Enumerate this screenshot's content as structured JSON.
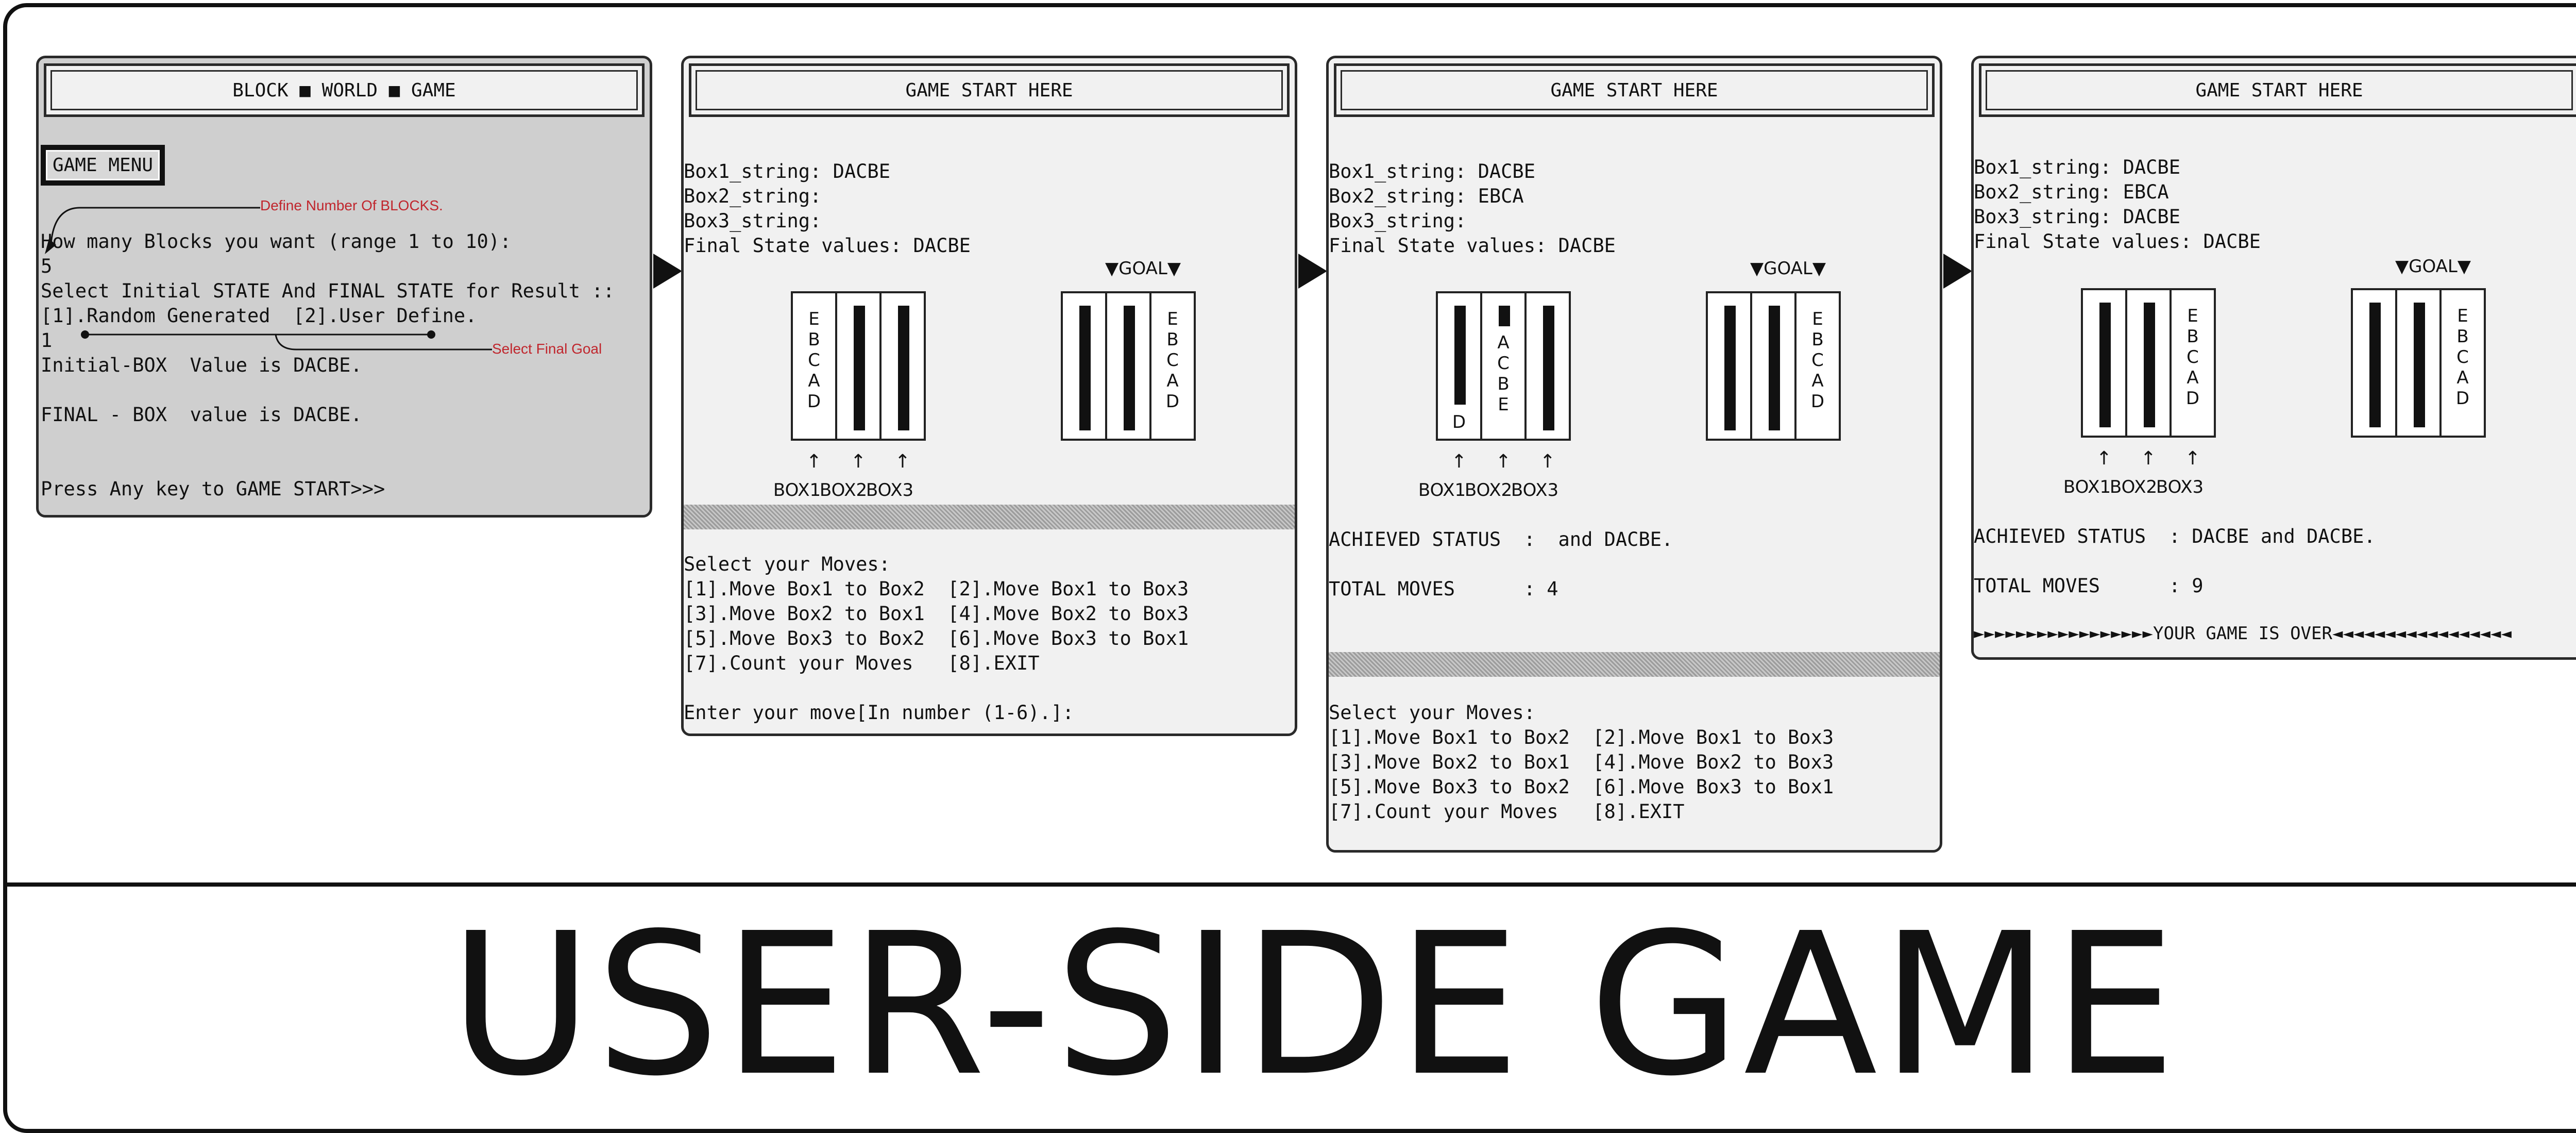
{
  "caption": "USER-SIDE GAME",
  "panel1": {
    "title": "BLOCK ■ WORLD ■ GAME",
    "menu_button": "GAME MENU",
    "lines": [
      "How many Blocks you want (range 1 to 10):",
      "5",
      "Select Initial STATE And FINAL STATE for Result ::",
      "[1].Random Generated  [2].User Define.",
      "1",
      "Initial-BOX  Value is DACBE.",
      "",
      "FINAL - BOX  value is DACBE.",
      "",
      "",
      "Press Any key to GAME START>>>"
    ],
    "annotation_blocks": "Define Number Of BLOCKS.",
    "annotation_goal": "Select Final Goal",
    "annotation_color": "#c0262d"
  },
  "panel2": {
    "title": "GAME START HERE",
    "strings": [
      "Box1_string: DACBE",
      "Box2_string:",
      "Box3_string:",
      "Final State values: DACBE"
    ],
    "goal_label": "▼GOAL▼",
    "box_labels": [
      "BOX1",
      "BOX2",
      "BOX3"
    ],
    "arrow": "↑",
    "current_letters": [
      "E\nB\nC\nA\nD",
      "",
      ""
    ],
    "goal_letters": [
      "",
      "",
      "E\nB\nC\nA\nD"
    ],
    "moves_header": "Select your Moves:",
    "moves": [
      "[1].Move Box1 to Box2  [2].Move Box1 to Box3",
      "[3].Move Box2 to Box1  [4].Move Box2 to Box3",
      "[5].Move Box3 to Box2  [6].Move Box3 to Box1",
      "[7].Count your Moves   [8].EXIT"
    ],
    "prompt": "Enter your move[In number (1-6).]:"
  },
  "panel3": {
    "title": "GAME START HERE",
    "strings": [
      "Box1_string: DACBE",
      "Box2_string: EBCA",
      "Box3_string:",
      "Final State values: DACBE"
    ],
    "goal_label": "▼GOAL▼",
    "box_labels": [
      "BOX1",
      "BOX2",
      "BOX3"
    ],
    "arrow": "↑",
    "current_letters": [
      "D",
      "A\nC\nB\nE",
      ""
    ],
    "goal_letters": [
      "",
      "",
      "E\nB\nC\nA\nD"
    ],
    "achieved": "ACHIEVED STATUS  :  and DACBE.",
    "total_moves": "TOTAL MOVES      : 4",
    "moves_header": "Select your Moves:",
    "moves": [
      "[1].Move Box1 to Box2  [2].Move Box1 to Box3",
      "[3].Move Box2 to Box1  [4].Move Box2 to Box3",
      "[5].Move Box3 to Box2  [6].Move Box3 to Box1",
      "[7].Count your Moves   [8].EXIT"
    ]
  },
  "panel4": {
    "title": "GAME START HERE",
    "strings": [
      "Box1_string: DACBE",
      "Box2_string: EBCA",
      "Box3_string: DACBE",
      "Final State values: DACBE"
    ],
    "goal_label": "▼GOAL▼",
    "box_labels": [
      "BOX1",
      "BOX2",
      "BOX3"
    ],
    "arrow": "↑",
    "current_letters": [
      "",
      "",
      "E\nB\nC\nA\nD"
    ],
    "goal_letters": [
      "",
      "",
      "E\nB\nC\nA\nD"
    ],
    "achieved": "ACHIEVED STATUS  : DACBE and DACBE.",
    "total_moves": "TOTAL MOVES      : 9",
    "game_over": "►►►►►►►►►►►►►►►►►YOUR GAME IS OVER◄◄◄◄◄◄◄◄◄◄◄◄◄◄◄◄◄"
  }
}
